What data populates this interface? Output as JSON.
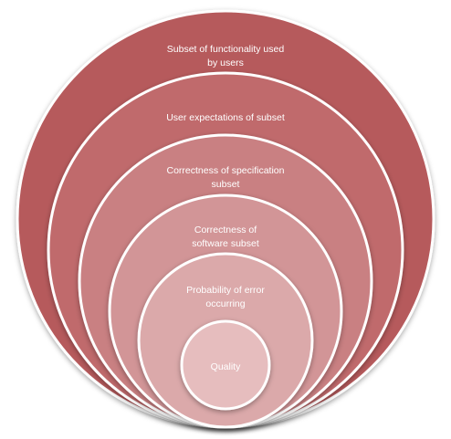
{
  "diagram": {
    "layers": [
      {
        "lines": [
          "Subset of functionality used",
          "by users"
        ],
        "color": "#b65a5c"
      },
      {
        "lines": [
          "User expectations of subset"
        ],
        "color": "#c06a6c"
      },
      {
        "lines": [
          "Correctness of  specification",
          "subset"
        ],
        "color": "#c98082"
      },
      {
        "lines": [
          "Correctness of",
          "software subset"
        ],
        "color": "#d29597"
      },
      {
        "lines": [
          "Probability of error",
          "occurring"
        ],
        "color": "#dba9aa"
      },
      {
        "lines": [
          "Quality"
        ],
        "color": "#e6bdbe"
      }
    ],
    "border_color": "#ffffff"
  }
}
